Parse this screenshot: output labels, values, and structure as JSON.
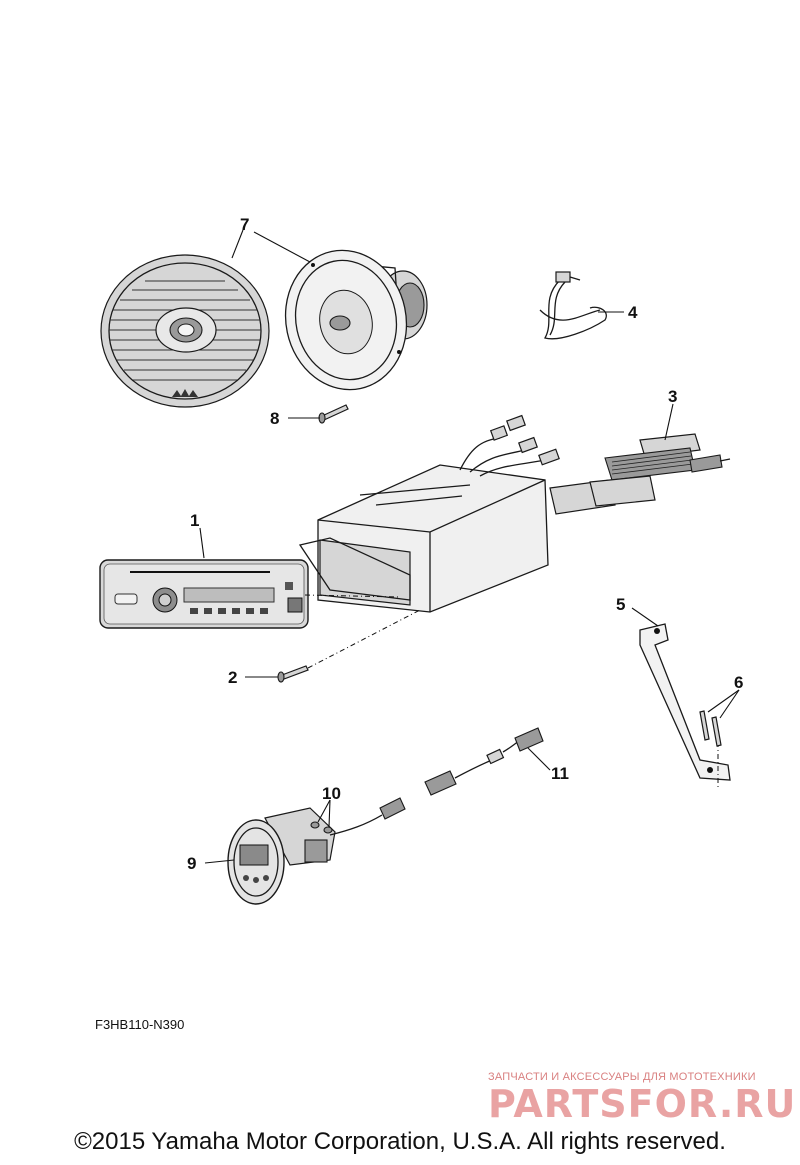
{
  "callouts": {
    "c1": "1",
    "c2": "2",
    "c3": "3",
    "c4": "4",
    "c5": "5",
    "c6": "6",
    "c7": "7",
    "c8": "8",
    "c9": "9",
    "c10": "10",
    "c11": "11"
  },
  "diagram_code": "F3HB110-N390",
  "watermark": {
    "tagline": "ЗАПЧАСТИ И АКСЕССУАРЫ ДЛЯ МОТОТЕХНИКИ",
    "logo": "PARTSFOR.RU"
  },
  "copyright": "©2015 Yamaha Motor Corporation, U.S.A. All rights reserved."
}
